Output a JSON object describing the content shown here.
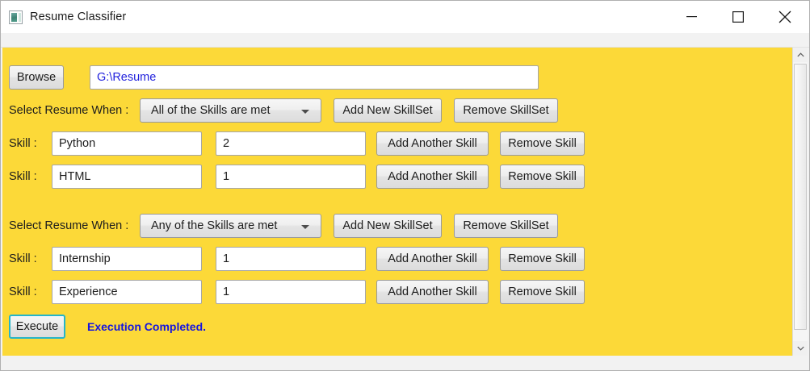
{
  "window": {
    "title": "Resume Classifier",
    "icon": "app-window-icon",
    "controls": {
      "minimize": "minimize-icon",
      "maximize": "maximize-icon",
      "close": "close-icon"
    },
    "panel_color": "#fcd938"
  },
  "browse": {
    "button_label": "Browse",
    "path_value": "G:\\Resume",
    "path_placeholder": "",
    "path_color": "#2222dd"
  },
  "skillsets": [
    {
      "condition_label": "Select Resume When :",
      "condition_value": "All of the Skills are met",
      "condition_options": [
        "All of the Skills are met",
        "Any of the Skills are met"
      ],
      "add_skillset_label": "Add New SkillSet",
      "remove_skillset_label": "Remove SkillSet",
      "skills": [
        {
          "label": "Skill :",
          "name": "Python",
          "count": "2",
          "add_label": "Add Another Skill",
          "remove_label": "Remove Skill"
        },
        {
          "label": "Skill :",
          "name": "HTML",
          "count": "1",
          "add_label": "Add Another Skill",
          "remove_label": "Remove Skill"
        }
      ]
    },
    {
      "condition_label": "Select Resume When :",
      "condition_value": "Any of the Skills are met",
      "condition_options": [
        "All of the Skills are met",
        "Any of the Skills are met"
      ],
      "add_skillset_label": "Add New SkillSet",
      "remove_skillset_label": "Remove SkillSet",
      "skills": [
        {
          "label": "Skill :",
          "name": "Internship",
          "count": "1",
          "add_label": "Add Another Skill",
          "remove_label": "Remove Skill"
        },
        {
          "label": "Skill :",
          "name": "Experience",
          "count": "1",
          "add_label": "Add Another Skill",
          "remove_label": "Remove Skill"
        }
      ]
    }
  ],
  "footer": {
    "execute_label": "Execute",
    "status_message": "Execution Completed.",
    "status_color": "#1414e0"
  },
  "scrollbar": {
    "up_arrow": "chevron-up-icon",
    "down_arrow": "chevron-down-icon"
  }
}
